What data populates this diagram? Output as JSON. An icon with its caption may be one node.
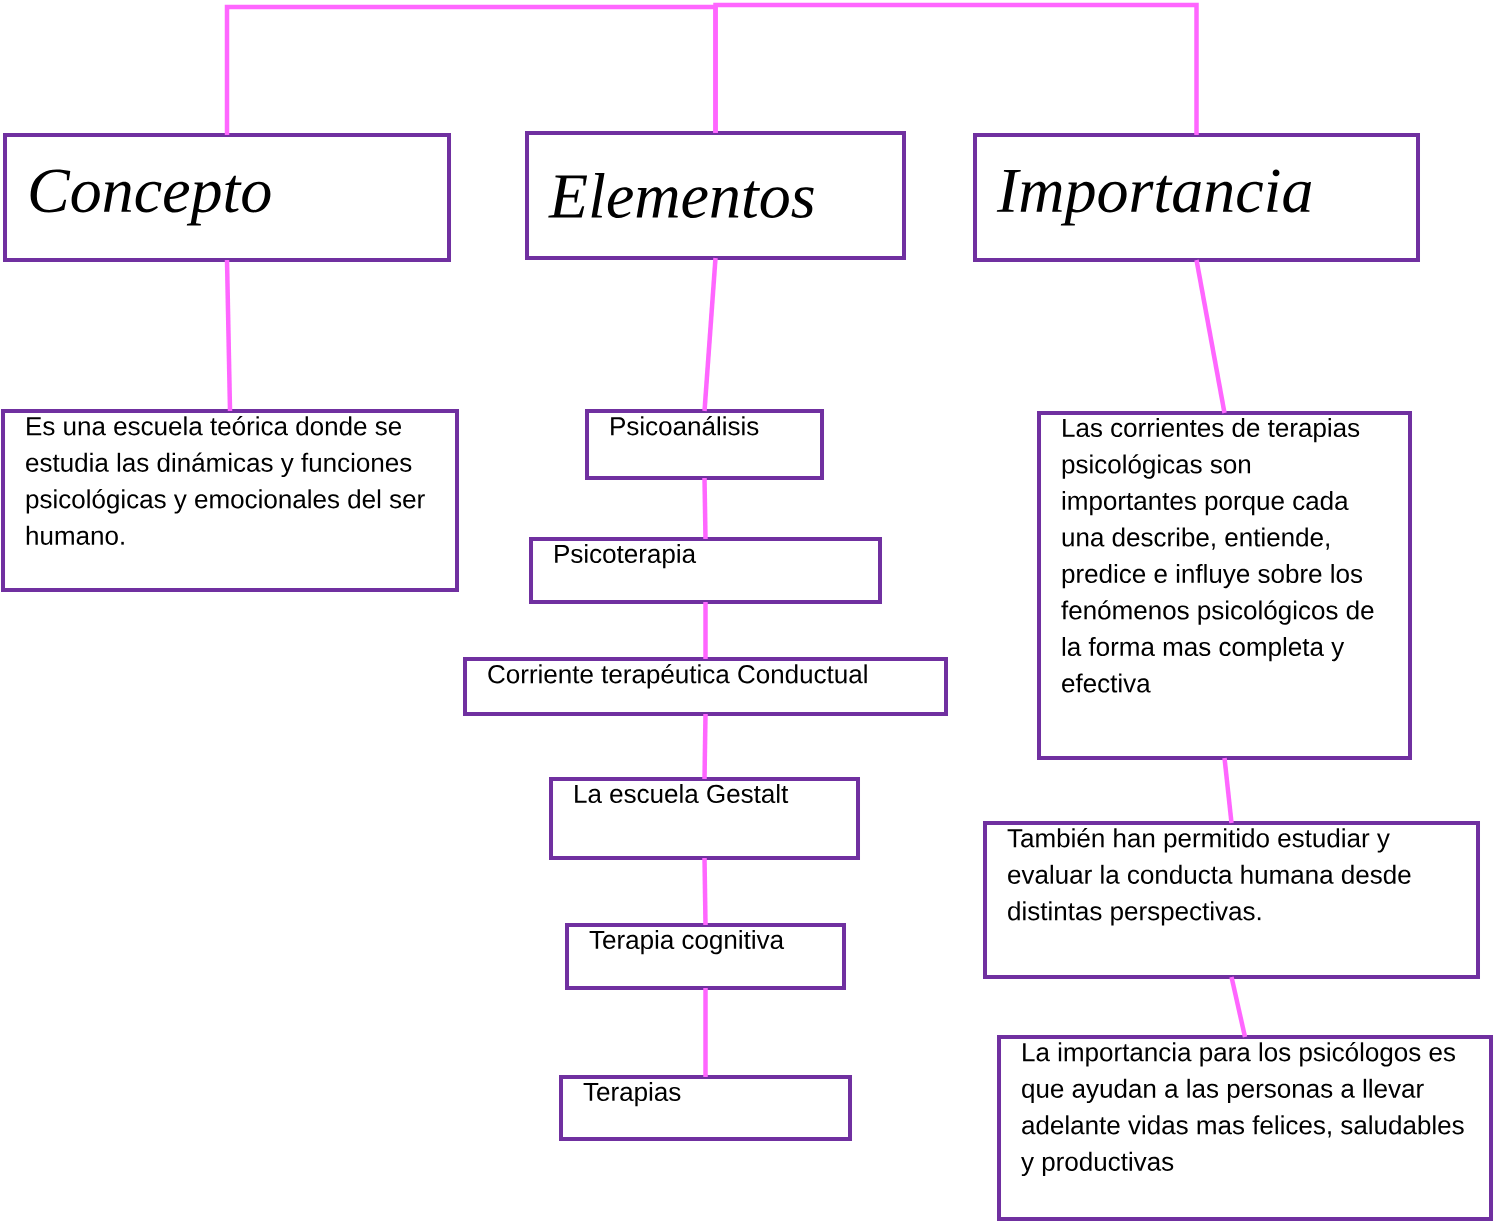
{
  "diagram": {
    "nodes": [
      {
        "text": [
          "Concepto"
        ]
      },
      {
        "text": [
          "Elementos"
        ]
      },
      {
        "text": [
          "Importancia"
        ]
      },
      {
        "text": [
          "Es una escuela teórica donde se estudia las dinámicas y funciones psicológicas y emocionales del ser humano."
        ]
      },
      {
        "text": [
          "Psicoanálisis"
        ]
      },
      {
        "text": [
          "Psicoterapia"
        ]
      },
      {
        "text": [
          "Corriente terapéutica Conductual"
        ]
      },
      {
        "text": [
          "La escuela Gestalt"
        ]
      },
      {
        "text": [
          "Terapia cognitiva"
        ]
      },
      {
        "text": [
          "Terapias"
        ]
      },
      {
        "text": [
          "Las corrientes de terapias psicológicas son importantes porque cada una describe, entiende, predice e influye sobre los fenómenos psicológicos de la forma mas completa y efectiva"
        ]
      },
      {
        "text": [
          "También han permitido estudiar y evaluar la conducta humana desde distintas perspectivas."
        ]
      },
      {
        "text": [
          "La importancia para los psicólogos es que ayudan a las personas a llevar adelante vidas mas felices, saludables y productivas"
        ]
      }
    ],
    "edges": [
      {
        "from": 0,
        "to": 1,
        "arrow": "none"
      },
      {
        "from": 1,
        "to": 2,
        "arrow": "none"
      },
      {
        "from": 0,
        "to": 3,
        "arrow": "none"
      },
      {
        "from": 1,
        "to": 4,
        "arrow": "none"
      },
      {
        "from": 4,
        "to": 5,
        "arrow": "none"
      },
      {
        "from": 5,
        "to": 6,
        "arrow": "none"
      },
      {
        "from": 6,
        "to": 7,
        "arrow": "none"
      },
      {
        "from": 7,
        "to": 8,
        "arrow": "none"
      },
      {
        "from": 8,
        "to": 9,
        "arrow": "none"
      },
      {
        "from": 2,
        "to": 10,
        "arrow": "none"
      },
      {
        "from": 10,
        "to": 11,
        "arrow": "none"
      },
      {
        "from": 11,
        "to": 12,
        "arrow": "none"
      }
    ]
  }
}
